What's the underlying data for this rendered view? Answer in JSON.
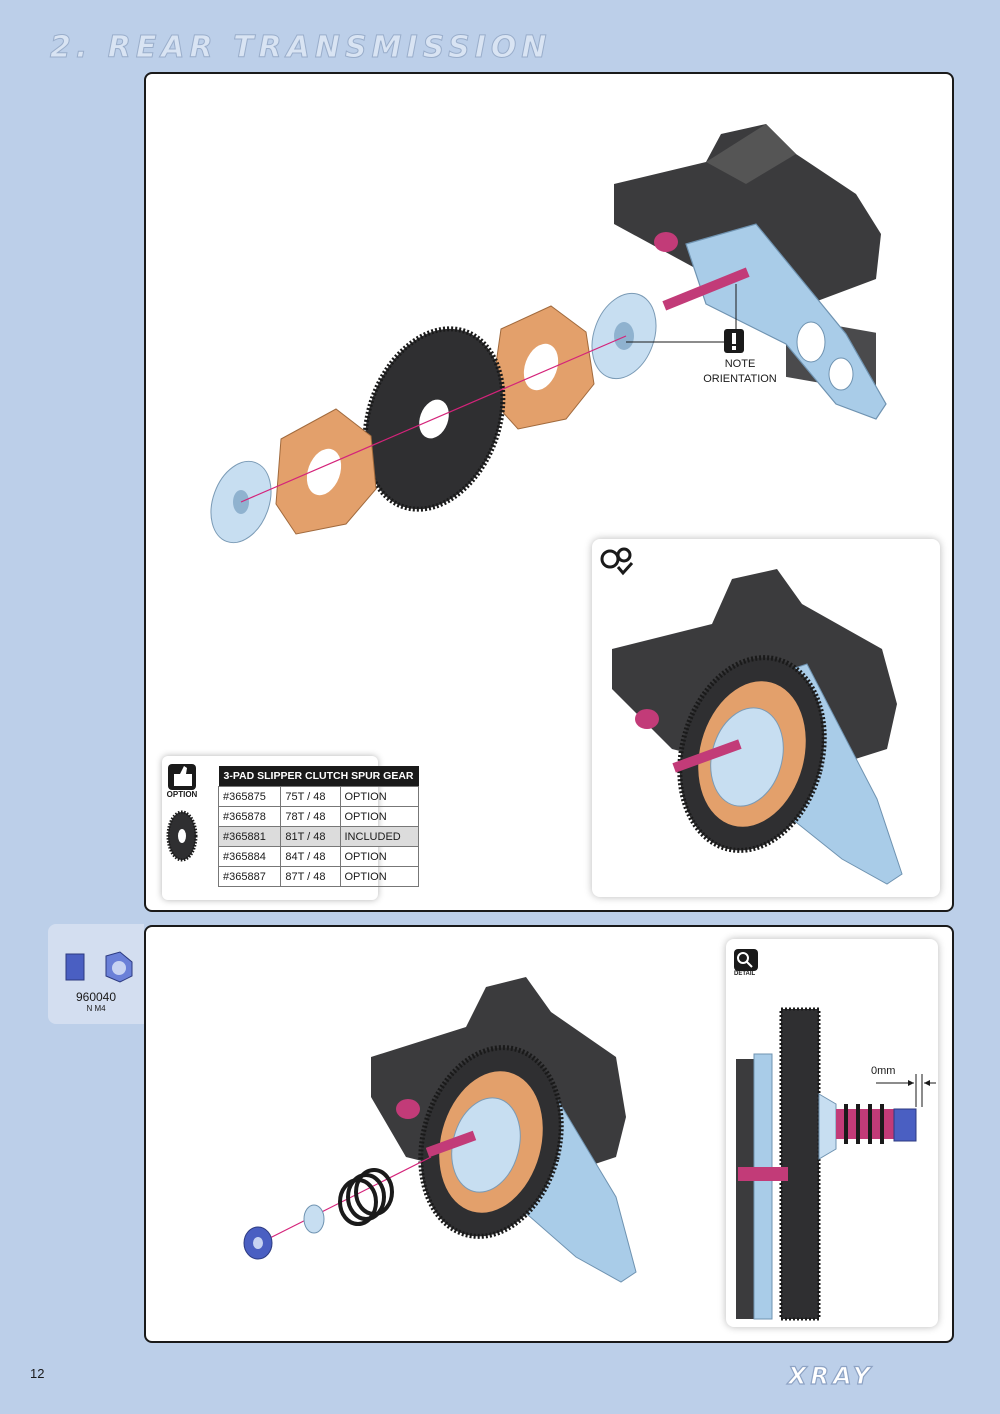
{
  "section_title": "2. REAR TRANSMISSION",
  "step1": {
    "note_lines": [
      "NOTE",
      "ORIENTATION"
    ],
    "option_badge_label": "OPTION",
    "option_table": {
      "title": "3-PAD SLIPPER CLUTCH SPUR GEAR",
      "rows": [
        {
          "part": "#365875",
          "teeth": "75T / 48",
          "status": "OPTION"
        },
        {
          "part": "#365878",
          "teeth": "78T / 48",
          "status": "OPTION"
        },
        {
          "part": "#365881",
          "teeth": "81T / 48",
          "status": "INCLUDED"
        },
        {
          "part": "#365884",
          "teeth": "84T / 48",
          "status": "OPTION"
        },
        {
          "part": "#365887",
          "teeth": "87T / 48",
          "status": "OPTION"
        }
      ]
    }
  },
  "step2": {
    "hardware": {
      "code": "960040",
      "name": "N M4"
    },
    "detail_badge_label": "DETAIL",
    "gap_label": "0mm"
  },
  "page_number": "12",
  "brand": "XRAY",
  "colors": {
    "background": "#bccfe9",
    "slipper_pad": "#e3a06b",
    "aluminum_blue": "#a9cce8",
    "pink_shaft": "#c23b78",
    "housing": "#3b3b3d",
    "nut_blue": "#4a5fc2"
  }
}
